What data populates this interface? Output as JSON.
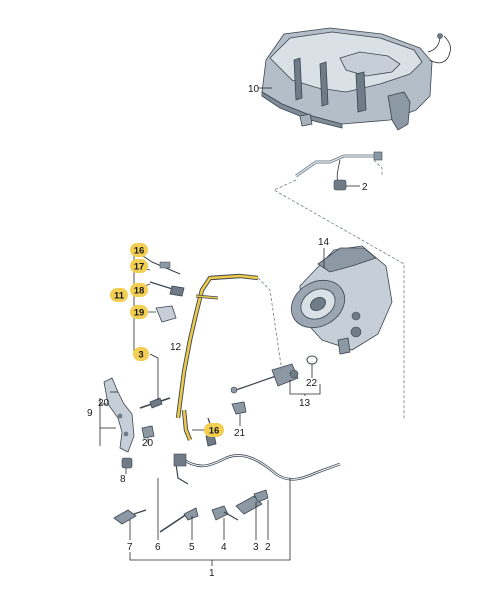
{
  "callouts": [
    {
      "id": "c1",
      "text": "1",
      "highlight": false
    },
    {
      "id": "c2",
      "text": "2",
      "highlight": false
    },
    {
      "id": "c3a",
      "text": "3",
      "highlight": true
    },
    {
      "id": "c3b",
      "text": "3",
      "highlight": false
    },
    {
      "id": "c4",
      "text": "4",
      "highlight": false
    },
    {
      "id": "c5",
      "text": "5",
      "highlight": false
    },
    {
      "id": "c6",
      "text": "6",
      "highlight": false
    },
    {
      "id": "c7",
      "text": "7",
      "highlight": false
    },
    {
      "id": "c8",
      "text": "8",
      "highlight": false
    },
    {
      "id": "c9",
      "text": "9",
      "highlight": false
    },
    {
      "id": "c10",
      "text": "10",
      "highlight": false
    },
    {
      "id": "c11",
      "text": "11",
      "highlight": true
    },
    {
      "id": "c12",
      "text": "12",
      "highlight": false
    },
    {
      "id": "c13",
      "text": "13",
      "highlight": false
    },
    {
      "id": "c14",
      "text": "14",
      "highlight": false
    },
    {
      "id": "c16a",
      "text": "16",
      "highlight": true
    },
    {
      "id": "c16b",
      "text": "16",
      "highlight": true
    },
    {
      "id": "c17",
      "text": "17",
      "highlight": true
    },
    {
      "id": "c18",
      "text": "18",
      "highlight": true
    },
    {
      "id": "c19",
      "text": "19",
      "highlight": true
    },
    {
      "id": "c20a",
      "text": "20",
      "highlight": false
    },
    {
      "id": "c20b",
      "text": "20",
      "highlight": false
    },
    {
      "id": "c21",
      "text": "21",
      "highlight": false
    },
    {
      "id": "c22",
      "text": "22",
      "highlight": false
    }
  ],
  "colors": {
    "highlight": "#f2cf52",
    "tank_light": "#d9e0e6",
    "tank_mid": "#b3bec8",
    "tank_dark": "#6f7c88",
    "pipe_yellow": "#ecc94a",
    "line": "#2a2a2a",
    "leader_dash": "#6e7e8c"
  }
}
